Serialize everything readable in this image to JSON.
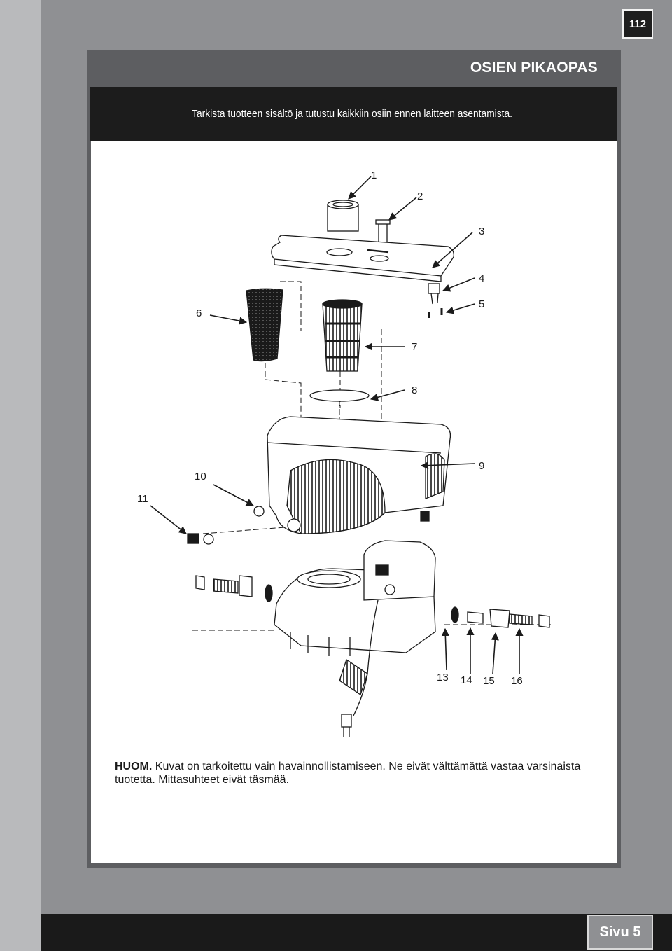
{
  "page": {
    "number": "112",
    "footer": "Sivu 5"
  },
  "header": {
    "title": "OSIEN PIKAOPAS",
    "subtitle": "Tarkista tuotteen sisältö ja tutustu kaikkiin osiin ennen laitteen asentamista."
  },
  "diagram": {
    "callouts": [
      "1",
      "2",
      "3",
      "4",
      "5",
      "6",
      "7",
      "8",
      "9",
      "10",
      "11",
      "13",
      "14",
      "15",
      "16"
    ]
  },
  "note": {
    "label": "HUOM.",
    "text": "Kuvat on tarkoitettu vain havainnollistamiseen. Ne eivät välttämättä vastaa varsinaista tuotetta. Mittasuhteet eivät täsmää."
  },
  "colors": {
    "background": "#8f9093",
    "panel": "#5d5e61",
    "band": "#1c1c1c"
  }
}
